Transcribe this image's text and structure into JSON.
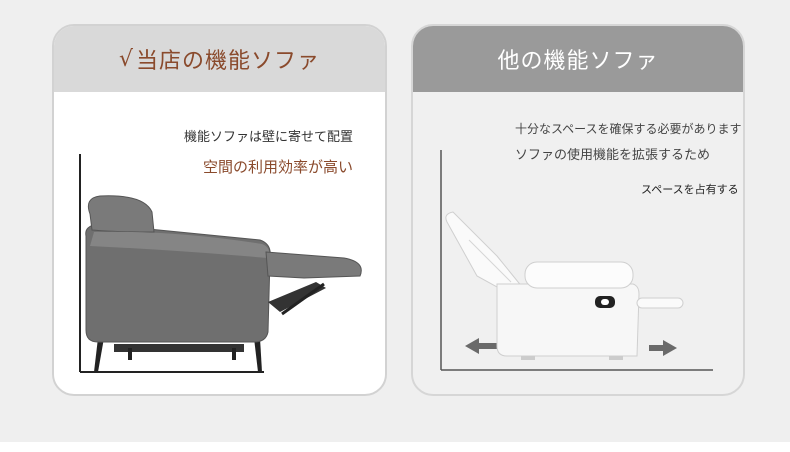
{
  "left_card": {
    "check_mark": "√",
    "title": "当店の機能ソファ",
    "line1": "機能ソファは壁に寄せて配置",
    "line2": "空間の利用効率が高い"
  },
  "right_card": {
    "title": "他の機能ソファ",
    "line1": "十分なスペースを確保する必要があります",
    "line2": "ソファの使用機能を拡張するため",
    "line3": "スペースを占有する"
  },
  "colors": {
    "accent_brown": "#8a4a2c",
    "left_header_bg": "#d9d9d9",
    "right_header_bg": "#9a9a9a",
    "sofa_dark": "#6f6f6f",
    "sofa_light": "#f7f7f7"
  }
}
